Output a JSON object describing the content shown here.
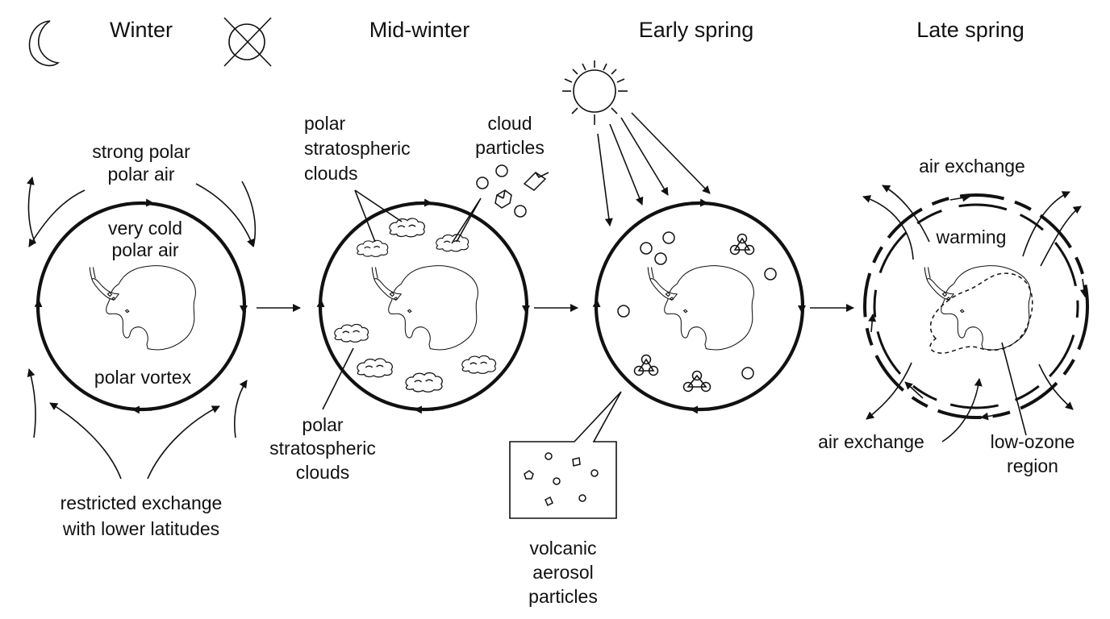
{
  "stages": [
    {
      "title": "Winter",
      "icon": "crescent-moon-icon"
    },
    {
      "title": "Mid-winter",
      "icon": "no-sun-icon"
    },
    {
      "title": "Early spring",
      "icon": "sun-icon"
    },
    {
      "title": "Late spring",
      "icon": ""
    }
  ],
  "winter": {
    "strong_1": "strong polar",
    "strong_2": "polar air",
    "cold_1": "very cold",
    "cold_2": "polar air",
    "vortex": "polar vortex",
    "restricted_1": "restricted exchange",
    "restricted_2": "with lower latitudes"
  },
  "midwinter": {
    "psc_top_1": "polar",
    "psc_top_2": "stratospheric",
    "psc_top_3": "clouds",
    "cloud_particles_1": "cloud",
    "cloud_particles_2": "particles",
    "psc_bottom_1": "polar",
    "psc_bottom_2": "stratospheric",
    "psc_bottom_3": "clouds"
  },
  "earlyspring": {
    "volcanic_1": "volcanic",
    "volcanic_2": "aerosol",
    "volcanic_3": "particles"
  },
  "latespring": {
    "air_exchange_top": "air exchange",
    "warming": "warming",
    "air_exchange_bottom": "air exchange",
    "low_ozone_1": "low-ozone",
    "low_ozone_2": "region"
  }
}
